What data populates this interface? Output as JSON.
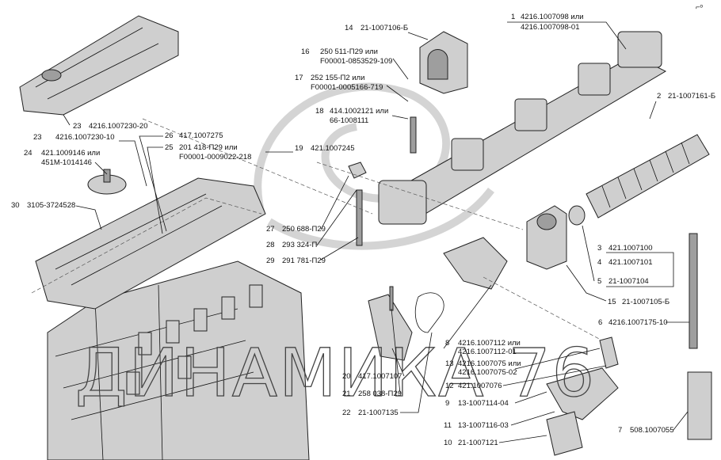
{
  "watermark": "ДИНАМИКА 76",
  "corner_mark": "⌐ᵒ",
  "callouts": [
    {
      "n": "1",
      "code": "4216.1007098 или",
      "code2": "4216.1007098-01"
    },
    {
      "n": "2",
      "code": "21-1007161-Б"
    },
    {
      "n": "3",
      "code": "421.1007100"
    },
    {
      "n": "4",
      "code": "421.1007101"
    },
    {
      "n": "5",
      "code": "21-1007104"
    },
    {
      "n": "6",
      "code": "4216.1007175-10"
    },
    {
      "n": "7",
      "code": "508.1007055"
    },
    {
      "n": "8",
      "code": "4216.1007112 или",
      "code2": "4216.1007112-01"
    },
    {
      "n": "9",
      "code": "13-1007114-04"
    },
    {
      "n": "10",
      "code": "21-1007121"
    },
    {
      "n": "11",
      "code": "13-1007116-03"
    },
    {
      "n": "12",
      "code": "421.1007076"
    },
    {
      "n": "13",
      "code": "4216.1007075 или",
      "code2": "4216.1007075-02"
    },
    {
      "n": "14",
      "code": "21-1007106-Б"
    },
    {
      "n": "15",
      "code": "21-1007105-Б"
    },
    {
      "n": "16",
      "code": "250 511-П29 или",
      "code2": "F00001-0853529-109"
    },
    {
      "n": "17",
      "code": "252 155-П2 или",
      "code2": "F00001-0005166-719"
    },
    {
      "n": "18",
      "code": "414.1002121 или",
      "code2": "66-1008111"
    },
    {
      "n": "19",
      "code": "421.1007245"
    },
    {
      "n": "20",
      "code": "417.1007107"
    },
    {
      "n": "21",
      "code": "258 038-П29"
    },
    {
      "n": "22",
      "code": "21-1007135"
    },
    {
      "n": "23",
      "code": "4216.1007230-20"
    },
    {
      "n": "23",
      "code": "4216.1007230-10"
    },
    {
      "n": "24",
      "code": "421.1009146 или",
      "code2": "451М-1014146"
    },
    {
      "n": "25",
      "code": "201 418-П29 или",
      "code2": "F00001-0009022-218"
    },
    {
      "n": "26",
      "code": "417.1007275"
    },
    {
      "n": "27",
      "code": "250 688-П29"
    },
    {
      "n": "28",
      "code": "293 324-П"
    },
    {
      "n": "29",
      "code": "291 781-П29"
    },
    {
      "n": "30",
      "code": "3105-3724528"
    }
  ]
}
